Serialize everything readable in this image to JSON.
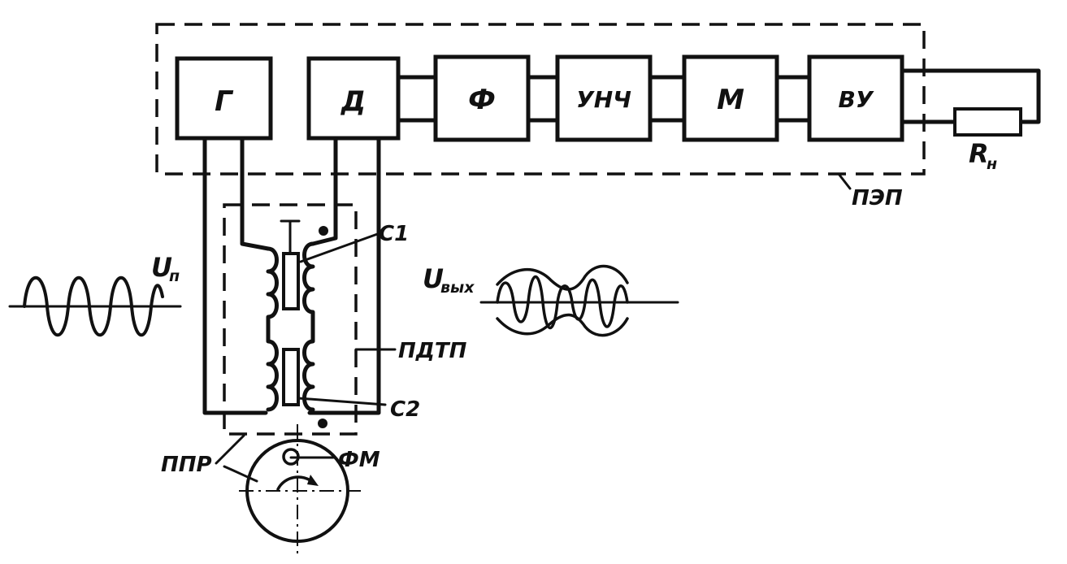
{
  "blocks": {
    "g": "Г",
    "d": "Д",
    "f": "Ф",
    "unch": "УНЧ",
    "m": "М",
    "vu": "ВУ"
  },
  "labels": {
    "pep": "ПЭП",
    "pdtp": "ПДТП",
    "c1": "С1",
    "c2": "С2",
    "ppr": "ППР",
    "fm": "ФМ",
    "rn_main": "R",
    "rn_sub": "н",
    "up_main": "U",
    "up_sub": "п",
    "uout_main": "U",
    "uout_sub": "вых"
  }
}
